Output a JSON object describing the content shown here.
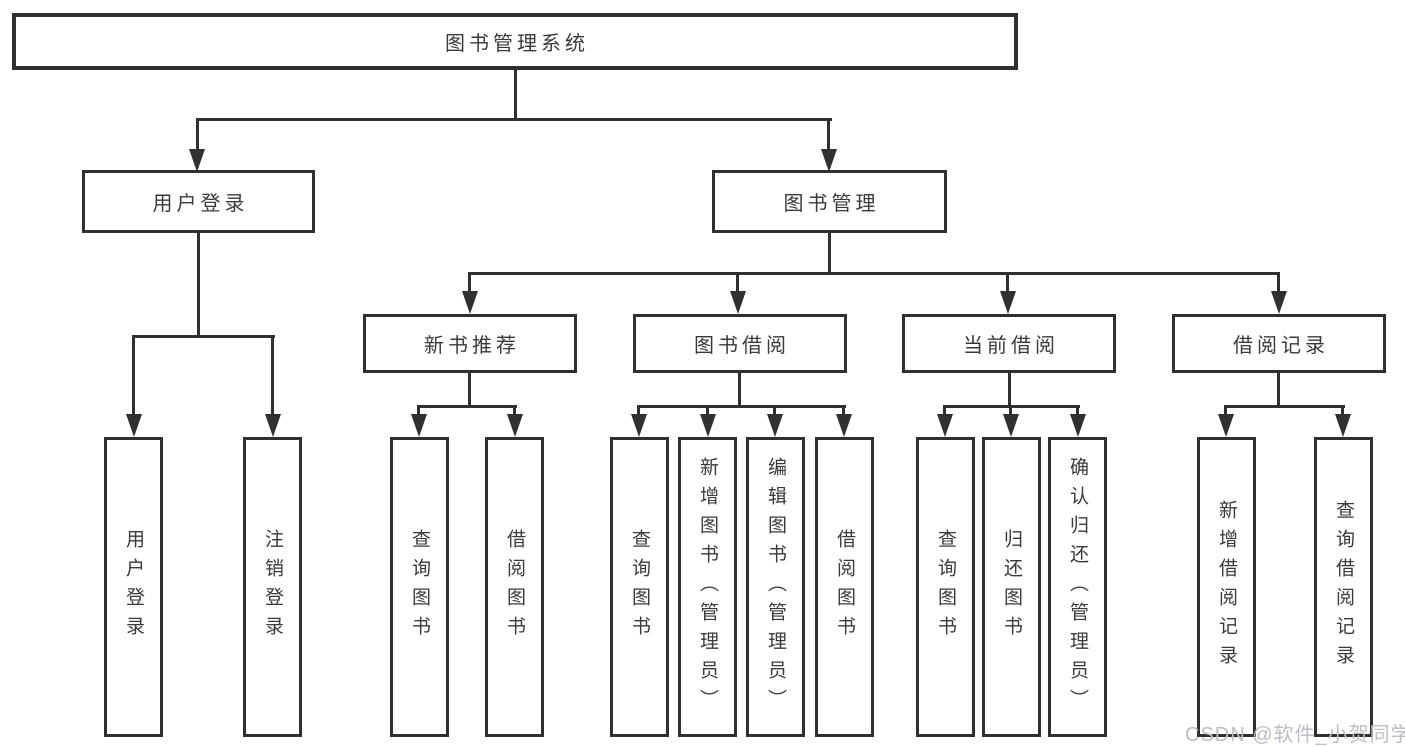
{
  "tree": {
    "root": "图书管理系统",
    "branches": [
      {
        "label": "用户登录",
        "children": [
          "用户登录",
          "注销登录"
        ]
      },
      {
        "label": "图书管理",
        "sections": [
          {
            "label": "新书推荐",
            "children": [
              "查询图书",
              "借阅图书"
            ]
          },
          {
            "label": "图书借阅",
            "children": [
              "查询图书",
              "新增图书（管理员）",
              "编辑图书（管理员）",
              "借阅图书"
            ]
          },
          {
            "label": "当前借阅",
            "children": [
              "查询图书",
              "归还图书",
              "确认归还（管理员）"
            ]
          },
          {
            "label": "借阅记录",
            "children": [
              "新增借阅记录",
              "查询借阅记录"
            ]
          }
        ]
      }
    ]
  },
  "watermark": {
    "text": "CSDN @软件_小贺同学"
  },
  "colors": {
    "line": "#303030",
    "text": "#3a3a3a",
    "background": "#ffffff",
    "watermark": "#bcbdc6"
  }
}
